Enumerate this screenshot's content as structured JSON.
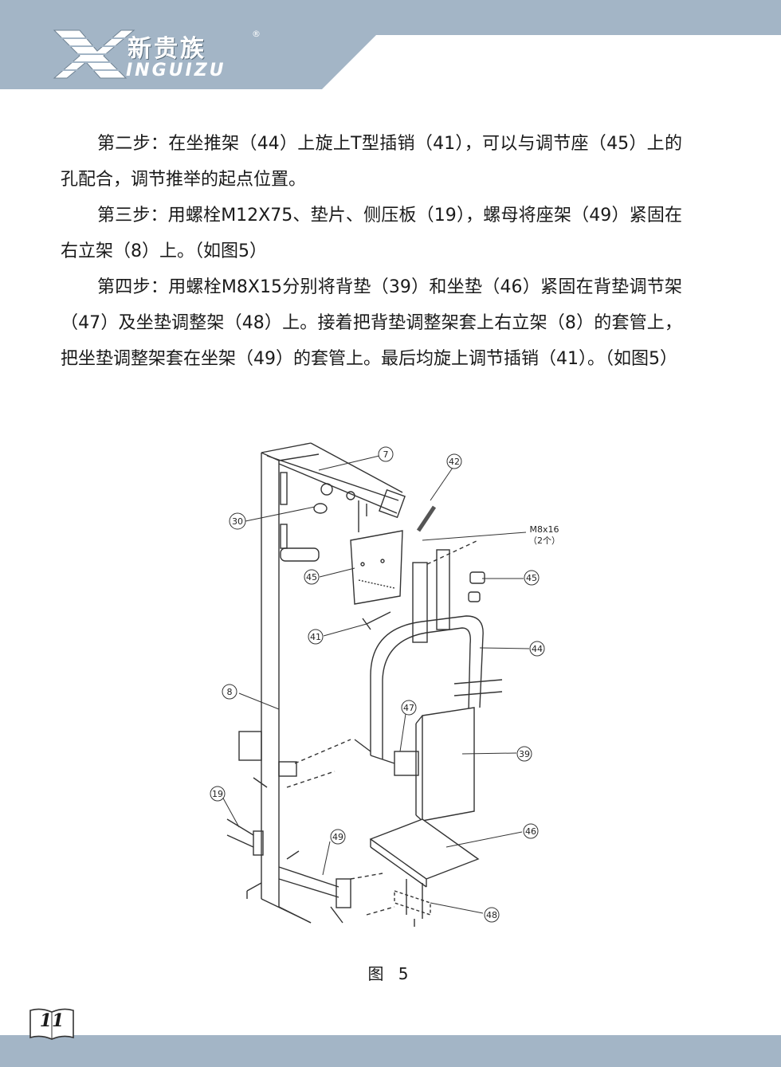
{
  "header": {
    "brand_cn": "新贵族",
    "brand_en": "INGUIZU",
    "brand_reg": "®",
    "band_color": "#a3b5c6"
  },
  "body": {
    "paragraphs": [
      "第二步：在坐推架（44）上旋上T型插销（41），可以与调节座（45）上的孔配合，调节推举的起点位置。",
      "第三步：用螺栓M12X75、垫片、侧压板（19），螺母将座架（49）紧固在右立架（8）上。（如图5）",
      "第四步：用螺栓M8X15分别将背垫（39）和坐垫（46）紧固在背垫调节架（47）及坐垫调整架（48）上。接着把背垫调整架套上右立架（8）的套管上，把坐垫调整架套在坐架（49）的套管上。最后均旋上调节插销（41）。（如图5）"
    ]
  },
  "figure": {
    "callouts": [
      "7",
      "42",
      "30",
      "45",
      "45",
      "41",
      "44",
      "8",
      "47",
      "39",
      "19",
      "49",
      "46",
      "48"
    ],
    "bolt_label": "M8x16",
    "bolt_qty": "（2个）",
    "caption": "图 5"
  },
  "footer": {
    "page_number": "11",
    "band_color": "#a3b5c6"
  }
}
